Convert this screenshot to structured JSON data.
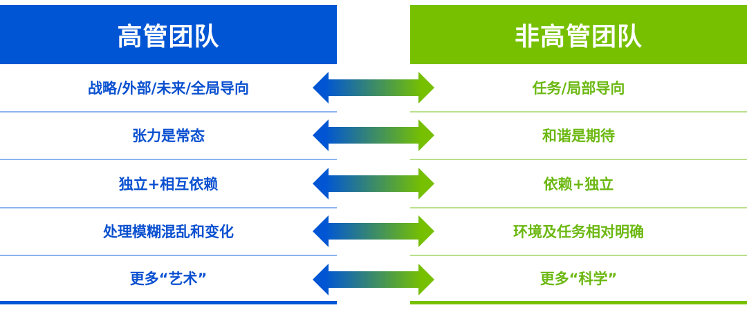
{
  "left": {
    "title": "高管团队",
    "items": [
      "战略/外部/未来/全局导向",
      "张力是常态",
      "独立+相互依赖",
      "处理模糊混乱和变化",
      "更多“艺术”"
    ]
  },
  "right": {
    "title": "非高管团队",
    "items": [
      "任务/局部导向",
      "和谐是期待",
      "依赖+独立",
      "环境及任务相对明确",
      "更多“科学”"
    ]
  },
  "colors": {
    "blue": "#0055d5",
    "green": "#76c000"
  }
}
